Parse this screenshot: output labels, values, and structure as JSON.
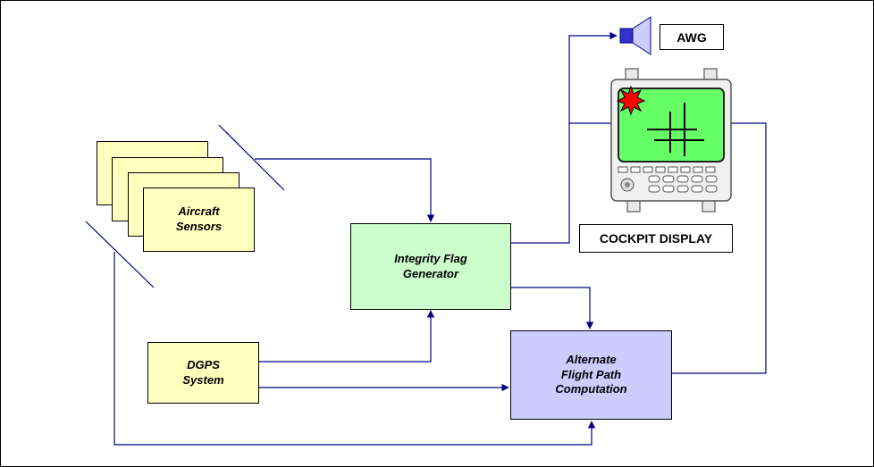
{
  "diagram": {
    "colors": {
      "sensor": "#ffffc0",
      "integrity": "#ccffcc",
      "alternate": "#ccccff",
      "connector": "#000080",
      "screen": "#66ff66",
      "alert": "#ff0000"
    },
    "sensors": {
      "label": "Aircraft\nSensors"
    },
    "dgps": {
      "label": "DGPS\nSystem"
    },
    "integrity_flag": {
      "label": "Integrity Flag\nGenerator"
    },
    "alternate_path": {
      "label": "Alternate\nFlight Path\nComputation"
    },
    "awg": {
      "label": "AWG",
      "icon": "speaker-icon"
    },
    "cockpit": {
      "label": "COCKPIT DISPLAY",
      "icon": "cockpit-display-icon"
    }
  }
}
